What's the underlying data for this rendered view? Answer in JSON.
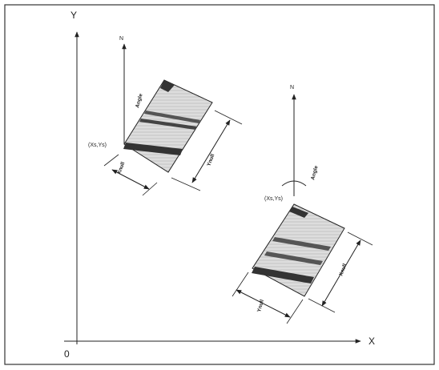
{
  "diagram": {
    "axes": {
      "x_label": "X",
      "y_label": "Y",
      "origin_label": "0"
    },
    "north_label": "N",
    "point_label": "(Xs,Ys)",
    "angle_label": "Angle",
    "x_dim_label": "Xnull",
    "y_dim_label": "Ynull"
  }
}
